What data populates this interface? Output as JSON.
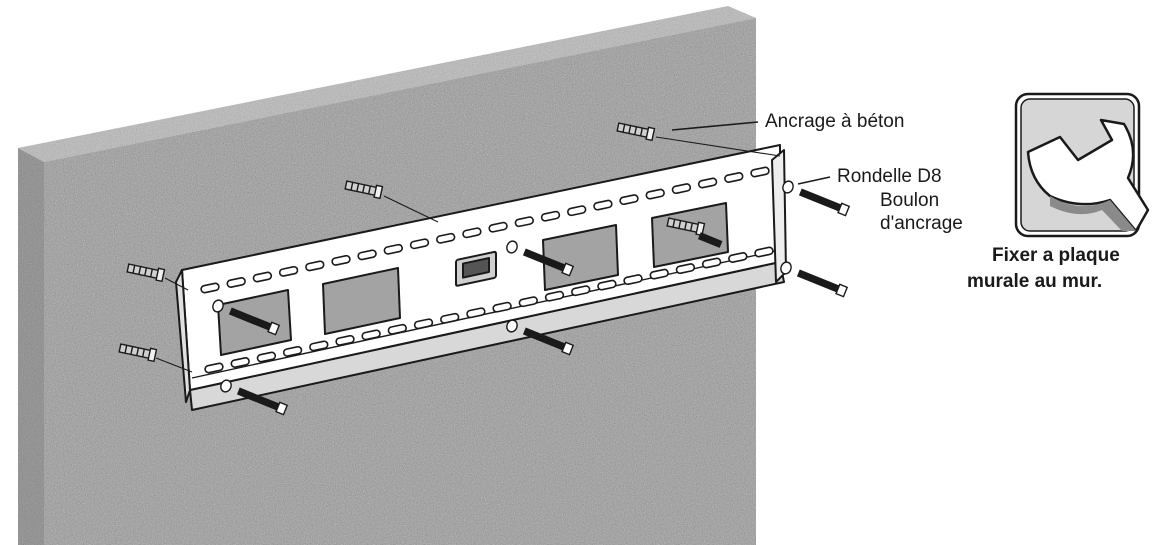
{
  "labels": {
    "concrete_anchor": "Ancrage à béton",
    "washer": "Rondelle D8",
    "anchor_bolt_line1": "Boulon",
    "anchor_bolt_line2": "d'ancrage"
  },
  "caption": {
    "line1": "Fixer a plaque",
    "line2": "murale au mur."
  },
  "icon": "wrench-icon",
  "colors": {
    "wall_face": "#9a9a9a",
    "wall_top": "#b3b3b3",
    "wall_side": "#8a8a8a",
    "bracket_fill": "#ffffff",
    "ink": "#1a1a1a"
  }
}
